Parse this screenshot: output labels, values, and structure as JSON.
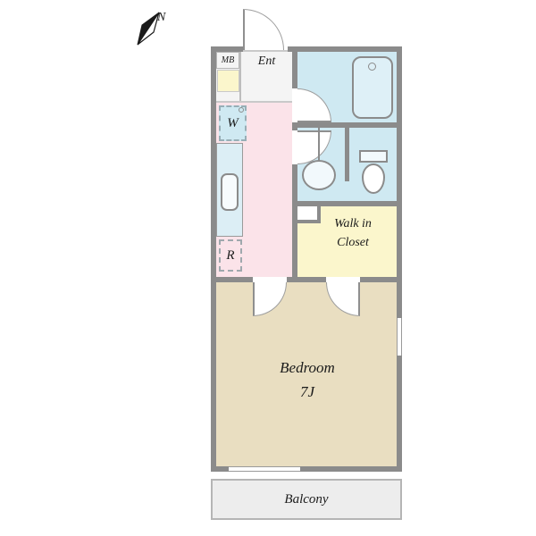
{
  "plan": {
    "compass_label": "N",
    "rooms": {
      "mb": "MB",
      "ent": "Ent",
      "washer": "W",
      "fridge": "R",
      "walk_in_closet": [
        "Walk in",
        "Closet"
      ],
      "bedroom": [
        "Bedroom",
        "7J"
      ],
      "balcony": "Balcony"
    },
    "colors": {
      "wall": "#8b8b8b",
      "wet_area_blue": "#cfe9f2",
      "hallway_pink": "#fbe3e9",
      "closet_yellow": "#fbf6cc",
      "bedroom_tan": "#e9dec1",
      "balcony_gray": "#ededed",
      "mb_yellow": "#fbf6cc",
      "label_text": "#1b1b1b"
    }
  }
}
